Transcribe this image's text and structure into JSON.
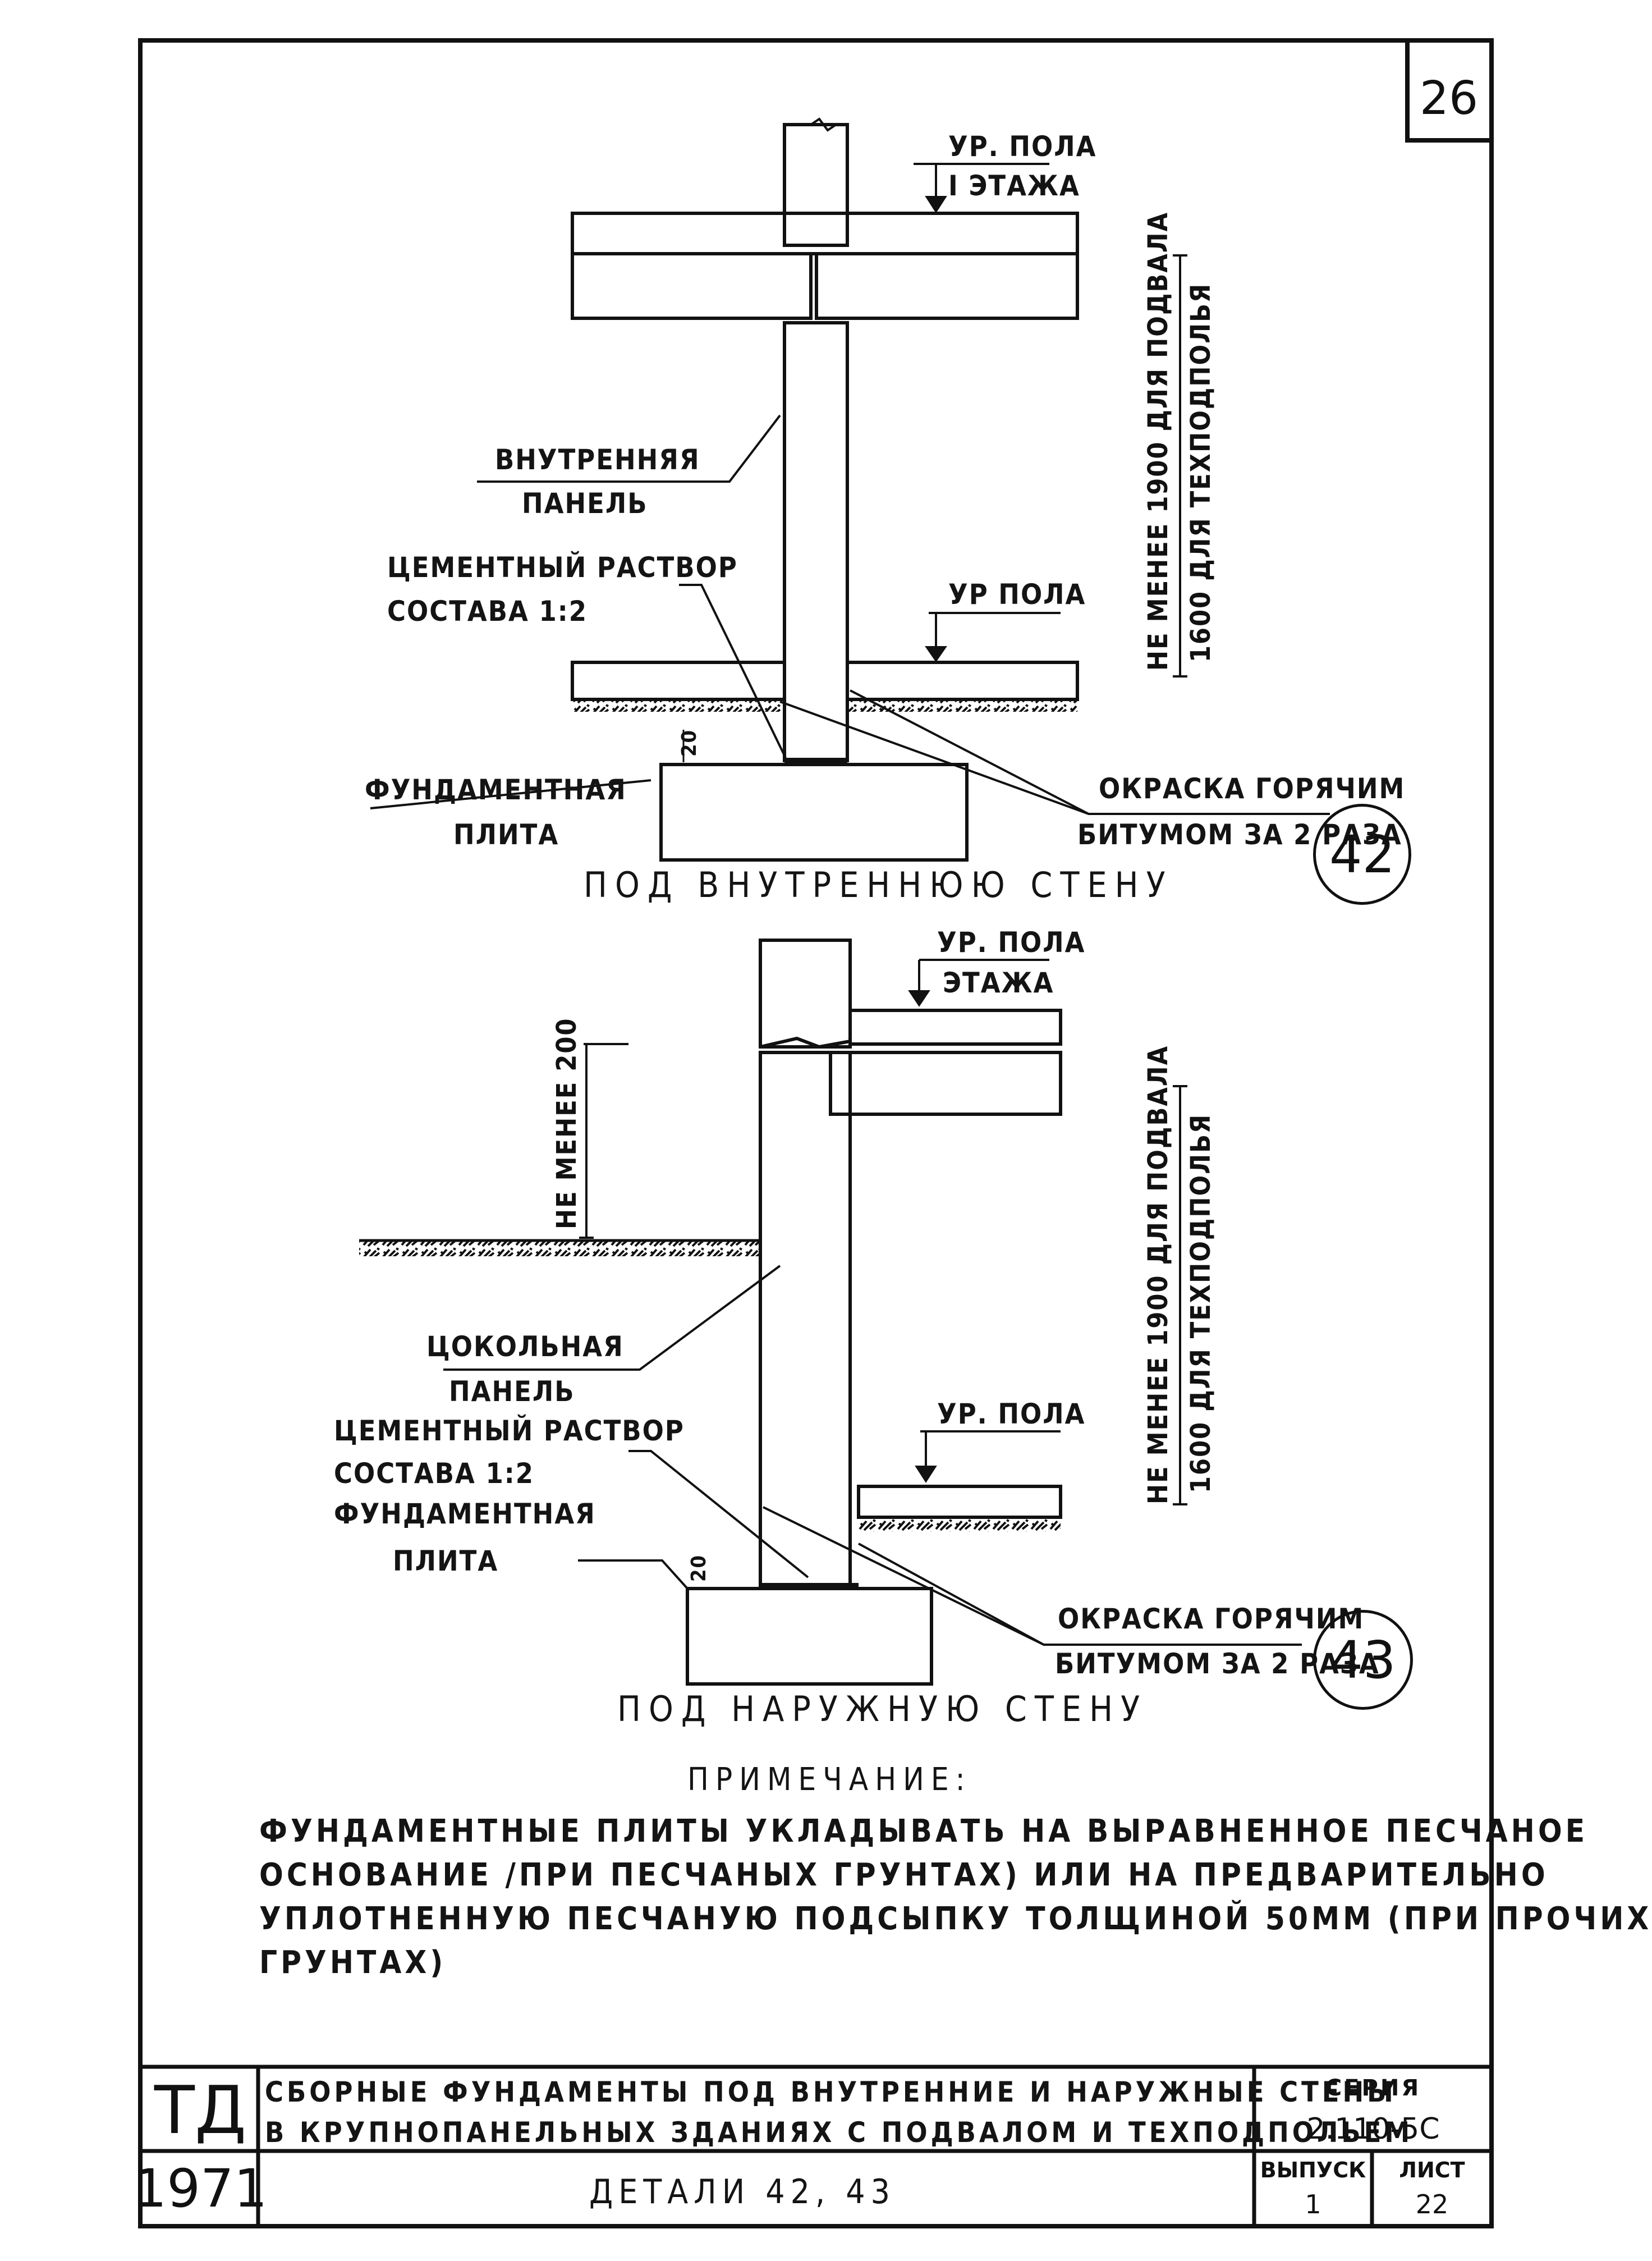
{
  "sheet": {
    "page_number": "26"
  },
  "detail_42": {
    "floor_level_1": "УР. ПОЛА",
    "floor_level_2": "I ЭТАЖА",
    "inner_panel_1": "ВНУТРЕННЯЯ",
    "inner_panel_2": "ПАНЕЛЬ",
    "mortar_1": "ЦЕМЕНТНЫЙ РАСТВОР",
    "mortar_2": "СОСТАВА 1:2",
    "floor_level": "УР ПОЛА",
    "foundation_1": "ФУНДАМЕНТНАЯ",
    "foundation_2": "ПЛИТА",
    "bitumen_1": "ОКРАСКА ГОРЯЧИМ",
    "bitumen_2": "БИТУМОМ ЗА 2 РАЗА",
    "dim_20": "20",
    "height_1": "НЕ МЕНЕЕ 1900 ДЛЯ ПОДВАЛА",
    "height_2": "1600 ДЛЯ ТЕХПОДПОЛЬЯ",
    "caption": "ПОД ВНУТРЕННЮЮ СТЕНУ",
    "number": "42"
  },
  "detail_43": {
    "floor_level_1": "УР. ПОЛА",
    "floor_level_2": "ЭТАЖА",
    "min_200": "НЕ МЕНЕЕ 200",
    "plinth_1": "ЦОКОЛЬНАЯ",
    "plinth_2": "ПАНЕЛЬ",
    "mortar_1": "ЦЕМЕНТНЫЙ РАСТВОР",
    "mortar_2": "СОСТАВА 1:2",
    "foundation_1": "ФУНДАМЕНТНАЯ",
    "foundation_2": "ПЛИТА",
    "floor_level": "УР. ПОЛА",
    "bitumen_1": "ОКРАСКА ГОРЯЧИМ",
    "bitumen_2": "БИТУМОМ ЗА 2 РАЗА",
    "dim_20": "20",
    "height_1": "НЕ МЕНЕЕ 1900 ДЛЯ ПОДВАЛА",
    "height_2": "1600 ДЛЯ ТЕХПОДПОЛЬЯ",
    "caption": "ПОД НАРУЖНУЮ СТЕНУ",
    "number": "43"
  },
  "note": {
    "heading": "ПРИМЕЧАНИЕ:",
    "lines": [
      "ФУНДАМЕНТНЫЕ ПЛИТЫ УКЛАДЫВАТЬ НА ВЫРАВНЕННОЕ ПЕСЧАНОЕ",
      "ОСНОВАНИЕ /ПРИ ПЕСЧАНЫХ ГРУНТАХ) ИЛИ НА ПРЕДВАРИТЕЛЬНО",
      "УПЛОТНЕННУЮ ПЕСЧАНУЮ ПОДСЫПКУ ТОЛЩИНОЙ 50ММ (ПРИ ПРОЧИХ",
      "ГРУНТАХ)"
    ]
  },
  "title_block": {
    "org": "ТД",
    "year": "1971",
    "title_1": "СБОРНЫЕ ФУНДАМЕНТЫ ПОД ВНУТРЕННИЕ И НАРУЖНЫЕ СТЕНЫ",
    "title_2": "В КРУПНОПАНЕЛЬНЫХ ЗДАНИЯХ С ПОДВАЛОМ И ТЕХПОДПОЛЬЕМ",
    "subtitle": "ДЕТАЛИ 42, 43",
    "series_label": "СЕРИЯ",
    "series_value": "2.110-5С",
    "issue_label": "ВЫПУСК",
    "issue_value": "1",
    "sheet_label": "ЛИСТ",
    "sheet_value": "22"
  }
}
